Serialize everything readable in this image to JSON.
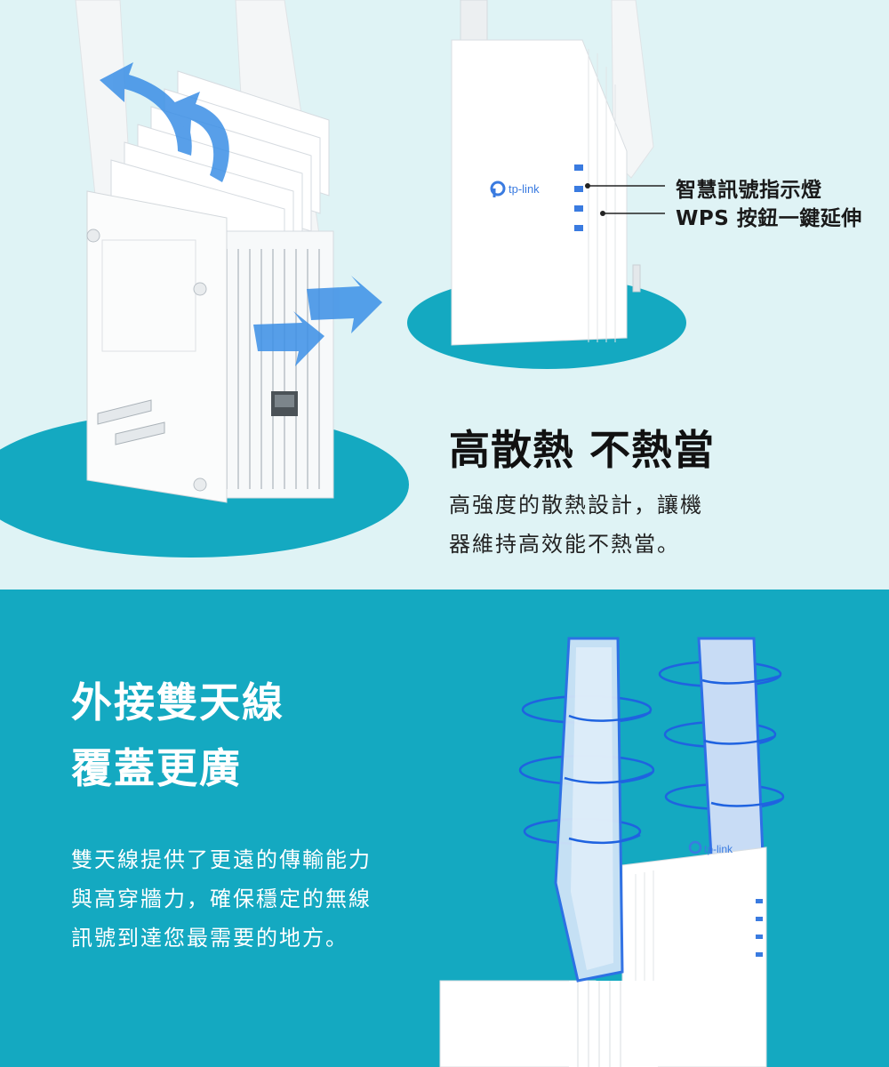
{
  "brand": {
    "logo_text": "tp-link"
  },
  "colors": {
    "teal": "#14a9c1",
    "teal_dark": "#0b93a8",
    "light_bg": "#dff3f5",
    "arrow_blue": "#3b8fe6",
    "led_blue": "#3a7be0",
    "text_dark": "#111111"
  },
  "cooling": {
    "heading": "高散熱 不熱當",
    "body_line1": "高強度的散熱設計，讓機",
    "body_line2": "器維持高效能不熱當。"
  },
  "callouts": {
    "led": "智慧訊號指示燈",
    "wps": "WPS 按鈕一鍵延伸"
  },
  "antenna": {
    "heading_line1": "外接雙天線",
    "heading_line2": "覆蓋更廣",
    "body_line1": "雙天線提供了更遠的傳輸能力",
    "body_line2": "與高穿牆力，確保穩定的無線",
    "body_line3": "訊號到達您最需要的地方。"
  },
  "icons": [
    "airflow-arrow-icon",
    "power-led-icon",
    "wps-led-icon",
    "band-2g-led-icon",
    "band-5g-led-icon",
    "signal-ring-icon",
    "ethernet-port-icon"
  ]
}
